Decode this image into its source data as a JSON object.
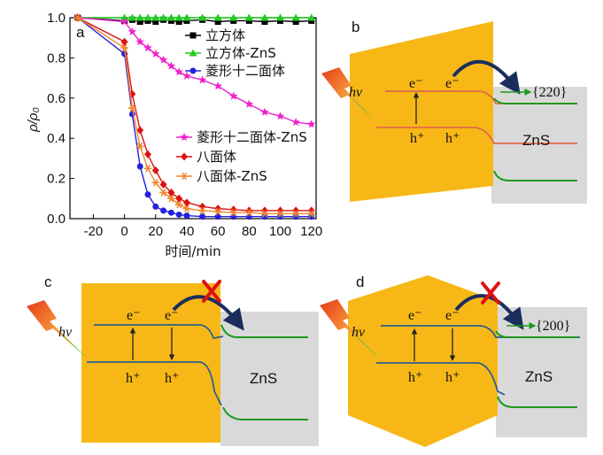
{
  "chart_data": {
    "type": "line",
    "panel_label": "a",
    "xlabel": "时间/min",
    "ylabel": "ρ/ρ₀",
    "xlim": [
      -35,
      123
    ],
    "ylim": [
      0,
      1.0
    ],
    "x_ticks": [
      -20,
      0,
      20,
      40,
      60,
      80,
      100,
      120
    ],
    "y_ticks": [
      0.0,
      0.2,
      0.4,
      0.6,
      0.8,
      1.0
    ],
    "x_tick_labels": [
      "-20",
      "0",
      "20",
      "40",
      "60",
      "80",
      "100",
      "120"
    ],
    "y_tick_labels": [
      "0.0",
      "0.2",
      "0.4",
      "0.6",
      "0.8",
      "1.0"
    ],
    "x": [
      -30,
      0,
      5,
      10,
      15,
      20,
      25,
      30,
      35,
      40,
      50,
      60,
      70,
      80,
      90,
      100,
      110,
      120
    ],
    "series": [
      {
        "name": "立方体",
        "color": "#000000",
        "marker": "square",
        "values": [
          1.0,
          0.985,
          0.99,
          0.98,
          0.985,
          0.98,
          0.99,
          0.985,
          0.98,
          0.985,
          0.99,
          0.98,
          0.985,
          0.985,
          0.98,
          0.985,
          0.98,
          0.985
        ]
      },
      {
        "name": "立方体-ZnS",
        "color": "#22cc22",
        "marker": "triangle",
        "values": [
          1.0,
          1.0,
          1.0,
          1.0,
          1.0,
          1.0,
          1.0,
          1.0,
          1.0,
          1.0,
          1.0,
          1.0,
          1.0,
          1.0,
          1.0,
          1.0,
          1.0,
          1.0
        ]
      },
      {
        "name": "菱形十二面体",
        "color": "#2222dd",
        "marker": "circle",
        "values": [
          1.0,
          0.82,
          0.52,
          0.26,
          0.12,
          0.06,
          0.04,
          0.03,
          0.02,
          0.015,
          0.01,
          0.01,
          0.01,
          0.01,
          0.01,
          0.01,
          0.01,
          0.01
        ]
      },
      {
        "name": "菱形十二面体-ZnS",
        "color": "#ee22cc",
        "marker": "star",
        "values": [
          1.0,
          0.98,
          0.93,
          0.88,
          0.85,
          0.82,
          0.79,
          0.76,
          0.73,
          0.71,
          0.69,
          0.66,
          0.61,
          0.57,
          0.53,
          0.51,
          0.48,
          0.47
        ]
      },
      {
        "name": "八面体",
        "color": "#dd1111",
        "marker": "diamond",
        "values": [
          1.0,
          0.88,
          0.62,
          0.44,
          0.32,
          0.24,
          0.17,
          0.13,
          0.1,
          0.08,
          0.06,
          0.05,
          0.045,
          0.04,
          0.04,
          0.04,
          0.04,
          0.04
        ]
      },
      {
        "name": "八面体-ZnS",
        "color": "#ee8833",
        "marker": "asterisk",
        "values": [
          1.0,
          0.85,
          0.55,
          0.36,
          0.25,
          0.18,
          0.13,
          0.1,
          0.07,
          0.05,
          0.04,
          0.035,
          0.03,
          0.03,
          0.025,
          0.025,
          0.025,
          0.025
        ]
      }
    ],
    "legend_position": "top-right / middle-right"
  },
  "schematics": {
    "b": {
      "label": "b",
      "hv": "hν",
      "electron": "e⁻",
      "hole": "h⁺",
      "facet": "{220}",
      "material": "ZnS"
    },
    "c": {
      "label": "c",
      "hv": "hν",
      "electron": "e⁻",
      "hole": "h⁺",
      "material": "ZnS",
      "blocked": true
    },
    "d": {
      "label": "d",
      "hv": "hν",
      "electron": "e⁻",
      "hole": "h⁺",
      "facet": "{200}",
      "material": "ZnS",
      "blocked": true
    }
  },
  "colors": {
    "crystal": "#f7b817",
    "zns": "#d9d9d9",
    "band_red": "#e0684a",
    "band_blue": "#2b5f8a",
    "band_green": "#1d9a1d",
    "arrow_navy": "#1a2e5e",
    "cross": "#e01010"
  }
}
